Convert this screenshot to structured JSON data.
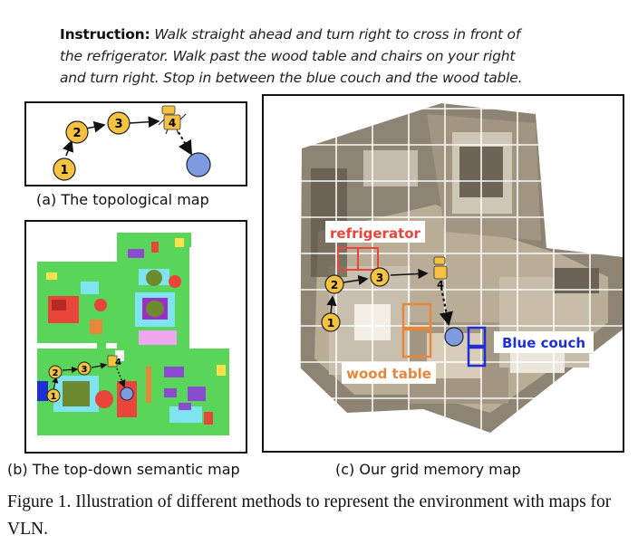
{
  "instruction": {
    "label": "Instruction:",
    "p1": "Walk straight ahead and turn right to cross in front of",
    "p2": "the ",
    "refrigerator": "refrigerator",
    "p3": ". Walk past the ",
    "wood_table": "wood table",
    "p4": " and chairs on your right",
    "p5": "and turn right. Stop in between the ",
    "blue_couch": "blue couch",
    "p6": " and the ",
    "wood_table2": "wood table",
    "p7": "."
  },
  "panels": {
    "a_caption": "(a) The topological map",
    "b_caption": "(b) The top-down semantic map",
    "c_caption": "(c) Our grid memory map"
  },
  "nodes": [
    "1",
    "2",
    "3",
    "4"
  ],
  "map_labels": {
    "refrigerator": "refrigerator",
    "wood_table": "wood table",
    "blue_couch": "Blue couch"
  },
  "figure_caption": "Figure 1. Illustration of different methods to represent the environment with maps for VLN.",
  "colors": {
    "node_fill": "#f5c242",
    "goal_fill": "#7f9be0",
    "semantic_green": "#59d65a",
    "refrigerator_red": "#e8463a",
    "wood_orange": "#e8873a",
    "couch_blue": "#1f2fd6"
  }
}
